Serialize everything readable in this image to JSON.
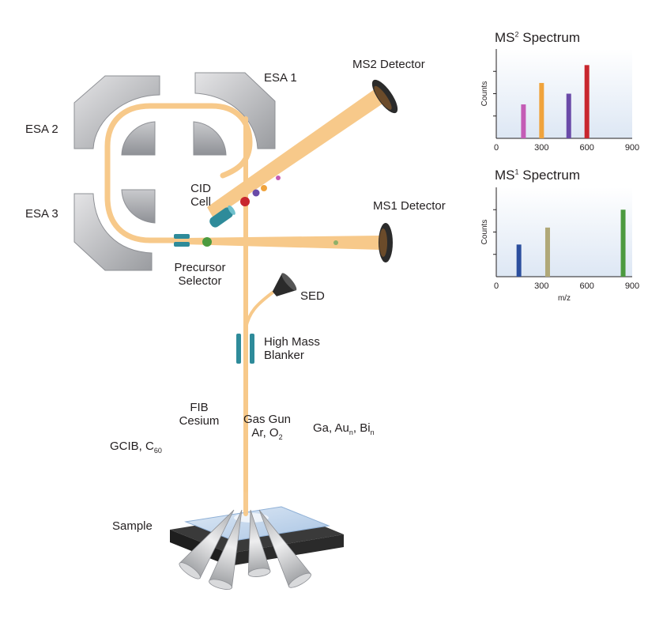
{
  "labels": {
    "esa1": "ESA 1",
    "esa2": "ESA 2",
    "esa3": "ESA 3",
    "ms2_detector": "MS2 Detector",
    "ms1_detector": "MS1 Detector",
    "cid_cell_line1": "CID",
    "cid_cell_line2": "Cell",
    "precursor_line1": "Precursor",
    "precursor_line2": "Selector",
    "sed": "SED",
    "blanker_line1": "High Mass",
    "blanker_line2": "Blanker",
    "fib_line1": "FIB",
    "fib_line2": "Cesium",
    "gasgun_line1": "Gas Gun",
    "gasgun_line2_base": "Ar, O",
    "gasgun_line2_sub": "2",
    "gcib_base": "GCIB, C",
    "gcib_sub": "60",
    "ga_base": "Ga, Au",
    "ga_sub1": "n",
    "ga_mid": ", Bi",
    "ga_sub2": "n",
    "sample": "Sample"
  },
  "colors": {
    "beam": "#f7c98a",
    "component_teal": "#2e8b9a",
    "component_dark": "#2b2b2b",
    "chart_bg_top": "#ffffff",
    "chart_bg_bottom": "#dde7f4"
  },
  "chart_data": [
    {
      "type": "bar",
      "title_base": "MS",
      "title_sup": "2",
      "title_rest": " Spectrum",
      "ylabel": "Counts",
      "xlabel": "",
      "xlim": [
        0,
        900
      ],
      "ticks": [
        0,
        300,
        600,
        900
      ],
      "ylim": [
        0,
        1
      ],
      "bars": [
        {
          "x": 180,
          "value": 0.38,
          "color": "#c45cb5"
        },
        {
          "x": 300,
          "value": 0.62,
          "color": "#f0a33c"
        },
        {
          "x": 480,
          "value": 0.5,
          "color": "#6a4aa8"
        },
        {
          "x": 600,
          "value": 0.82,
          "color": "#c8262e"
        }
      ]
    },
    {
      "type": "bar",
      "title_base": "MS",
      "title_sup": "1",
      "title_rest": " Spectrum",
      "ylabel": "Counts",
      "xlabel": "m/z",
      "xlim": [
        0,
        900
      ],
      "ticks": [
        0,
        300,
        600,
        900
      ],
      "ylim": [
        0,
        1
      ],
      "bars": [
        {
          "x": 150,
          "value": 0.36,
          "color": "#2c4f9e"
        },
        {
          "x": 340,
          "value": 0.55,
          "color": "#b0a878"
        },
        {
          "x": 840,
          "value": 0.75,
          "color": "#4c9a3f"
        }
      ]
    }
  ]
}
